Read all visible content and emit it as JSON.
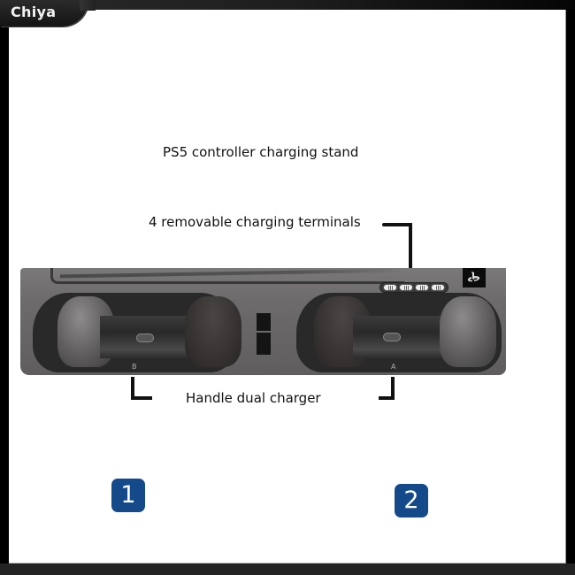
{
  "brand": {
    "name": "Chiya"
  },
  "product": {
    "title": "PS5 controller charging stand",
    "callouts": {
      "terminals": "4 removable charging terminals",
      "dual_charger": "Handle dual charger"
    },
    "slots": [
      {
        "letter": "B"
      },
      {
        "letter": "A"
      }
    ],
    "terminal_count": 4,
    "logo_icon": "playstation-logo-icon"
  },
  "badges": [
    {
      "number": "1"
    },
    {
      "number": "2"
    }
  ],
  "colors": {
    "badge": "#144a8a",
    "dock": "#6d6b6b",
    "frame": "#000000",
    "text": "#111111"
  }
}
